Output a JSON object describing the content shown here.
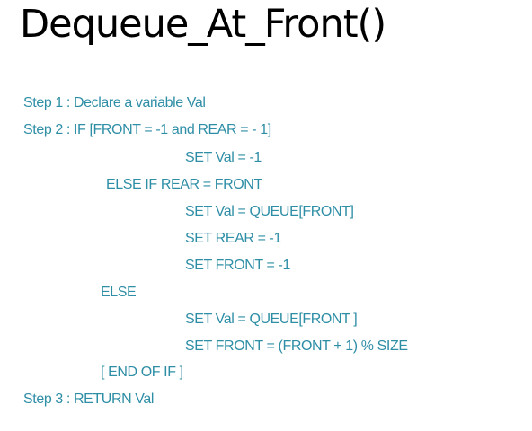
{
  "title": "Dequeue_At_Front()",
  "algorithm": {
    "lines": [
      "Step 1 : Declare a variable Val",
      "Step 2 :  IF [FRONT = -1 and REAR = - 1]",
      "SET Val = -1",
      "ELSE IF REAR = FRONT",
      "SET Val = QUEUE[FRONT]",
      "SET REAR = -1",
      "SET FRONT = -1",
      "ELSE",
      "SET Val = QUEUE[FRONT ]",
      "SET FRONT = (FRONT + 1) % SIZE",
      "[ END OF IF ]",
      "Step 3 : RETURN Val"
    ]
  },
  "colors": {
    "title": "#000000",
    "algorithm_text": "#2e8ea6",
    "background": "#ffffff"
  }
}
